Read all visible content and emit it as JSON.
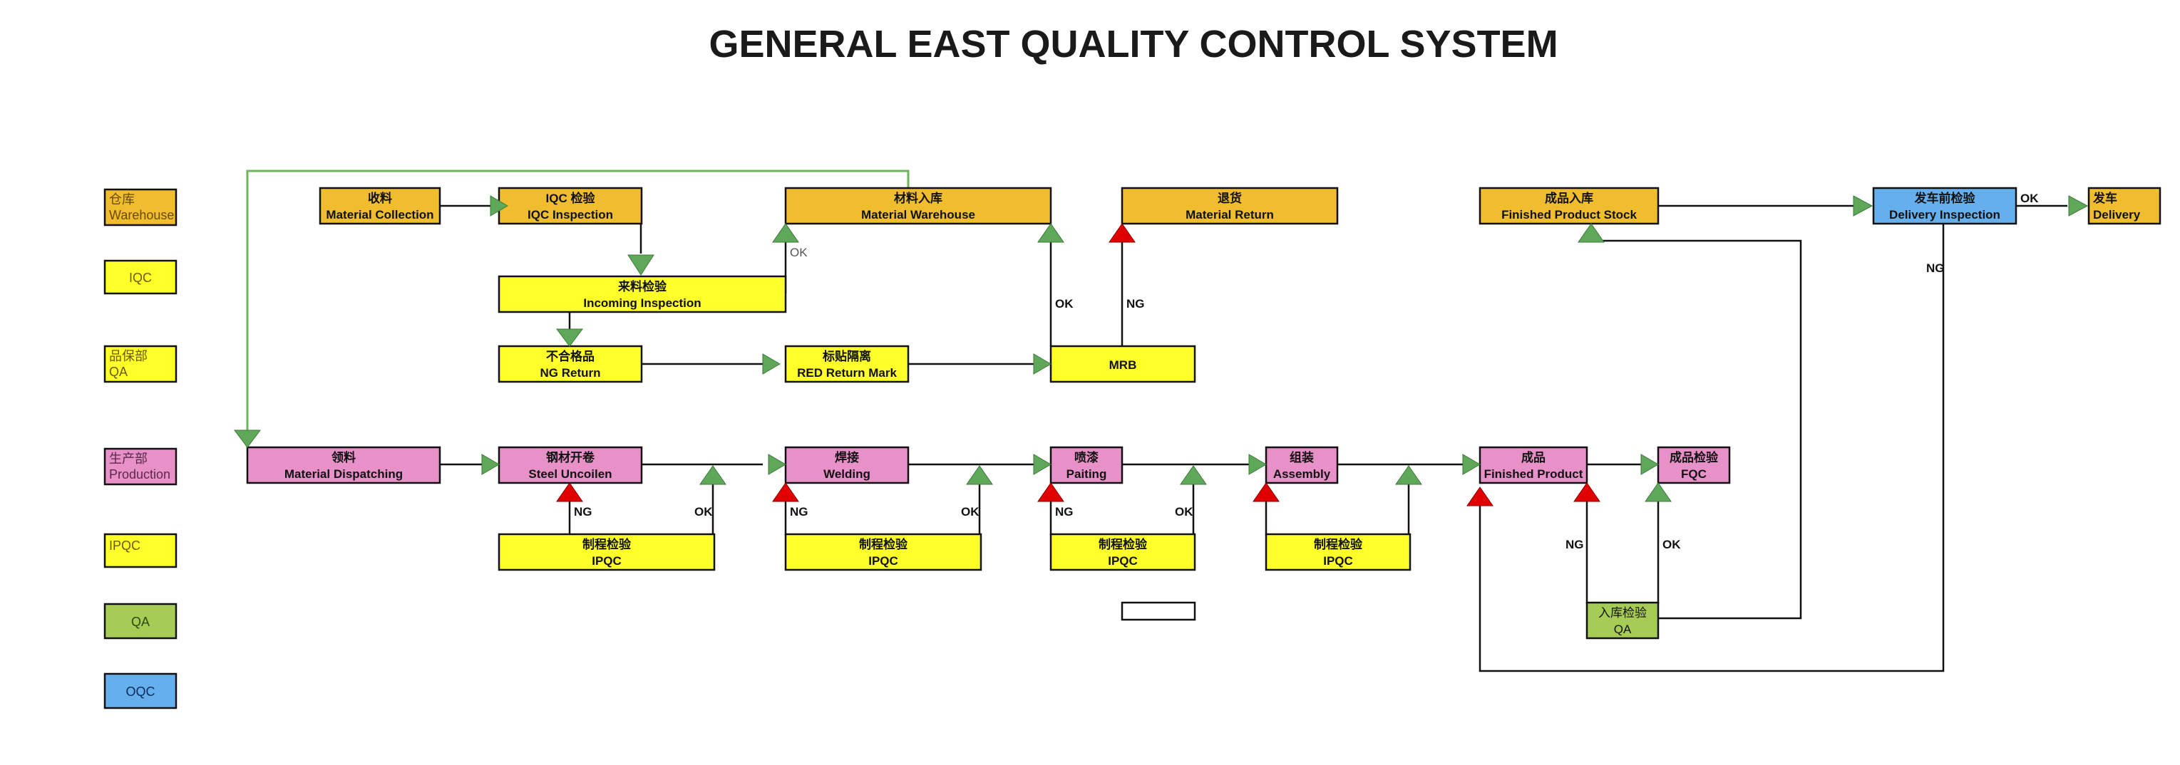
{
  "title": "GENERAL EAST QUALITY CONTROL SYSTEM",
  "colors": {
    "warehouse": "#f0bd2e",
    "iqc": "#ffff2a",
    "qa_dept": "#ffff2a",
    "production": "#e890c8",
    "ipqc": "#ffff2a",
    "qa": "#a6cc55",
    "oqc": "#65b0ec",
    "arrow_ok": "#5fa85a",
    "arrow_ng": "#e00000",
    "feedback_line": "#6db55c"
  },
  "legend": [
    {
      "id": "warehouse",
      "line1": "仓库",
      "line2": "Warehouse"
    },
    {
      "id": "iqc",
      "line1": "IQC",
      "line2": ""
    },
    {
      "id": "qa_dept",
      "line1": "品保部",
      "line2": "QA"
    },
    {
      "id": "production",
      "line1": "生产部",
      "line2": "Production"
    },
    {
      "id": "ipqc",
      "line1": "IPQC",
      "line2": ""
    },
    {
      "id": "qa",
      "line1": "QA",
      "line2": ""
    },
    {
      "id": "oqc",
      "line1": "OQC",
      "line2": ""
    }
  ],
  "boxes": {
    "material_collection": {
      "cn": "收料",
      "en": "Material Collection"
    },
    "iqc_inspection": {
      "cn": "IQC 检验",
      "en": "IQC Inspection"
    },
    "material_warehouse": {
      "cn": "材料入库",
      "en": "Material Warehouse"
    },
    "material_return": {
      "cn": "退货",
      "en": "Material Return"
    },
    "finished_product_stock": {
      "cn": "成品入库",
      "en": "Finished Product Stock"
    },
    "delivery_inspection": {
      "cn": "发车前检验",
      "en": "Delivery Inspection"
    },
    "delivery": {
      "cn": "发车",
      "en": "Delivery"
    },
    "incoming_inspection": {
      "cn": "来料检验",
      "en": "Incoming Inspection"
    },
    "ng_return": {
      "cn": "不合格品",
      "en": "NG Return"
    },
    "red_return_mark": {
      "cn": "标贴隔离",
      "en": "RED Return Mark"
    },
    "mrb": {
      "cn": "",
      "en": "MRB"
    },
    "material_dispatching": {
      "cn": "领料",
      "en": "Material Dispatching"
    },
    "steel_uncoilen": {
      "cn": "钢材开卷",
      "en": "Steel Uncoilen"
    },
    "welding": {
      "cn": "焊接",
      "en": "Welding"
    },
    "paiting": {
      "cn": "喷漆",
      "en": "Paiting"
    },
    "assembly": {
      "cn": "组装",
      "en": "Assembly"
    },
    "finished_product": {
      "cn": "成品",
      "en": "Finished Product"
    },
    "fqc": {
      "cn": "成品检验",
      "en": "FQC"
    },
    "ipqc_1": {
      "cn": "制程检验",
      "en": "IPQC"
    },
    "ipqc_2": {
      "cn": "制程检验",
      "en": "IPQC"
    },
    "ipqc_3": {
      "cn": "制程检验",
      "en": "IPQC"
    },
    "ipqc_4": {
      "cn": "制程检验",
      "en": "IPQC"
    },
    "stock_inspection": {
      "cn": "入库检验",
      "en": "QA"
    }
  },
  "labels": {
    "ok": "OK",
    "ng": "NG"
  }
}
